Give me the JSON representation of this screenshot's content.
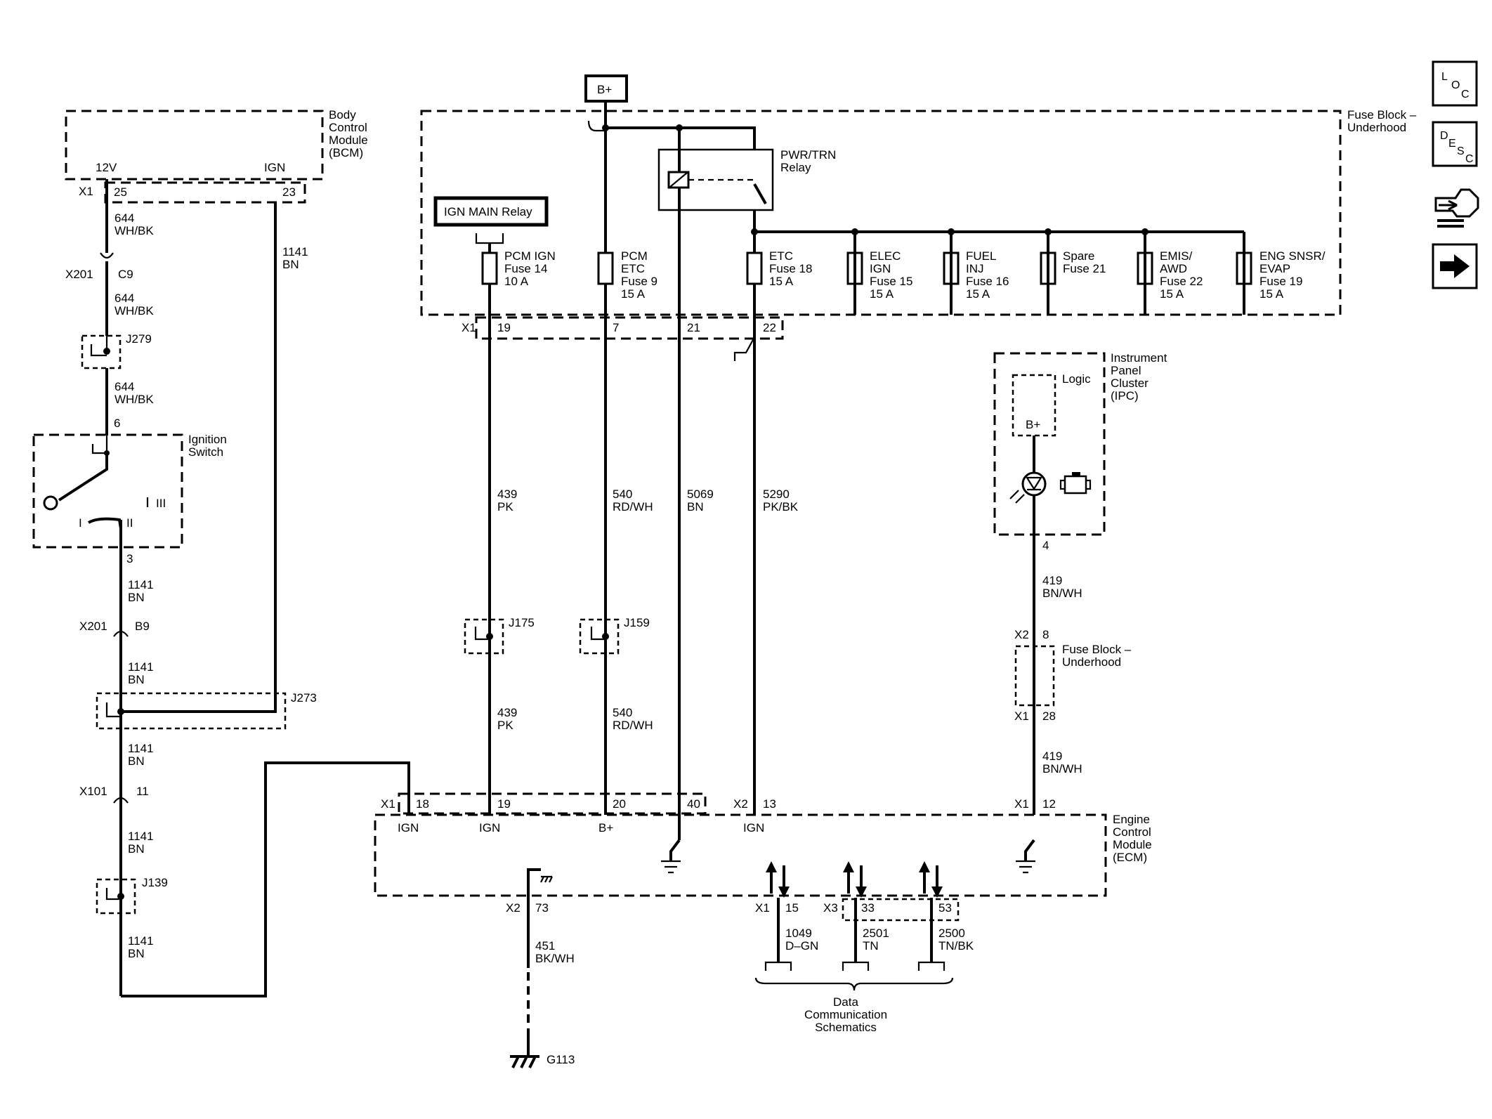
{
  "modules": {
    "bcm": [
      "Body",
      "Control",
      "Module",
      "(BCM)"
    ],
    "bcm_12v": "12V",
    "bcm_ign": "IGN",
    "fuse_block": [
      "Fuse Block –",
      "Underhood"
    ],
    "ipc": [
      "Instrument",
      "Panel",
      "Cluster",
      "(IPC)"
    ],
    "ipc_logic": "Logic",
    "ecm": [
      "Engine",
      "Control",
      "Module",
      "(ECM)"
    ],
    "ignition_switch": [
      "Ignition",
      "Switch"
    ],
    "ign_pos_1": "I",
    "ign_pos_2": "II",
    "ign_pos_3": "III",
    "b_plus": "B+",
    "ign_main_relay": "IGN MAIN Relay",
    "pwr_trn_relay": [
      "PWR/TRN",
      "Relay"
    ],
    "fuse_block_underhood_2": [
      "Fuse Block –",
      "Underhood"
    ]
  },
  "fuses": [
    {
      "lines": [
        "PCM IGN",
        "Fuse 14",
        "10 A"
      ]
    },
    {
      "lines": [
        "PCM",
        "ETC",
        "Fuse 9",
        "15 A"
      ]
    },
    {
      "lines": [
        "ETC",
        "Fuse 18",
        "15 A"
      ]
    },
    {
      "lines": [
        "ELEC",
        "IGN",
        "Fuse 15",
        "15 A"
      ]
    },
    {
      "lines": [
        "FUEL",
        "INJ",
        "Fuse 16",
        "15 A"
      ]
    },
    {
      "lines": [
        "Spare",
        "Fuse 21"
      ]
    },
    {
      "lines": [
        "EMIS/",
        "AWD",
        "Fuse 22",
        "15 A"
      ]
    },
    {
      "lines": [
        "ENG SNSR/",
        "EVAP",
        "Fuse 19",
        "15 A"
      ]
    }
  ],
  "connectors": {
    "x1": "X1",
    "x2": "X2",
    "x3": "X3",
    "x201": "X201",
    "x101": "X101",
    "c9": "C9",
    "b9": "B9",
    "pin_25": "25",
    "pin_23": "23",
    "pin_6": "6",
    "pin_3": "3",
    "pin_11": "11",
    "pin_19": "19",
    "pin_7": "7",
    "pin_21": "21",
    "pin_22": "22",
    "pin_4": "4",
    "pin_8": "8",
    "pin_28": "28",
    "pin_18": "18",
    "pin_20": "20",
    "pin_40": "40",
    "pin_13": "13",
    "pin_12": "12",
    "pin_73": "73",
    "pin_15": "15",
    "pin_33": "33",
    "pin_53": "53"
  },
  "splices": {
    "j279": "J279",
    "j273": "J273",
    "j139": "J139",
    "j175": "J175",
    "j159": "J159"
  },
  "ecm_pins": {
    "ign": "IGN",
    "b_plus": "B+"
  },
  "wires": {
    "c644": "644",
    "wh_bk": "WH/BK",
    "c1141": "1141",
    "bn": "BN",
    "c439": "439",
    "pk": "PK",
    "c540": "540",
    "rd_wh": "RD/WH",
    "c5069": "5069",
    "c5290": "5290",
    "pk_bk": "PK/BK",
    "c419": "419",
    "bn_wh": "BN/WH",
    "c451": "451",
    "bk_wh": "BK/WH",
    "c1049": "1049",
    "d_gn": "D–GN",
    "c2501": "2501",
    "tn": "TN",
    "c2500": "2500",
    "tn_bk": "TN/BK"
  },
  "ground": "G113",
  "data_comm": [
    "Data",
    "Communication",
    "Schematics"
  ],
  "side_icons": [
    {
      "name": "loc-icon",
      "letters": [
        "L",
        "O",
        "C"
      ]
    },
    {
      "name": "desc-icon",
      "letters": [
        "D",
        "E",
        "S",
        "C"
      ]
    },
    {
      "name": "connector-tool-icon"
    },
    {
      "name": "arrow-right-icon"
    }
  ]
}
